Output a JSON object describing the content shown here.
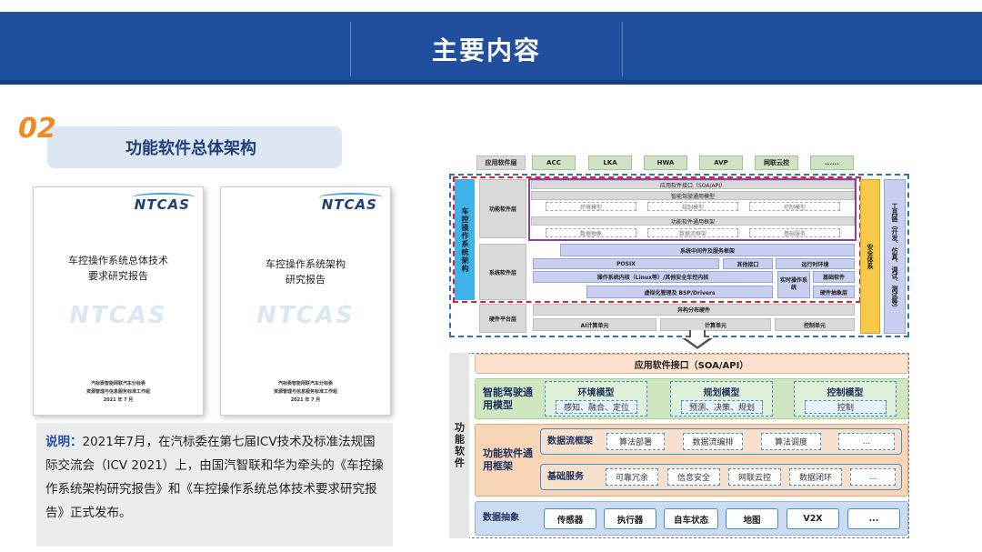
{
  "header": {
    "title": "主要内容"
  },
  "section": {
    "number": "02",
    "title": "功能软件总体架构"
  },
  "covers": [
    {
      "logo": "NTCAS",
      "title_lines": [
        "车控操作系统总体技术",
        "要求研究报告"
      ],
      "watermark": "NTCAS",
      "org_lines": [
        "汽标委智能网联汽车分标委",
        "资源管理与信息服务标准工作组",
        "2021 年 7 月"
      ]
    },
    {
      "logo": "NTCAS",
      "title_lines": [
        "车控操作系统架构",
        "研究报告"
      ],
      "watermark": "NTCAS",
      "org_lines": [
        "汽标委智能网联汽车分标委",
        "资源管理与信息服务标准工作组",
        "2021 年 7 月"
      ]
    }
  ],
  "note": {
    "label": "说明：",
    "text": "2021年7月，在汽标委在第七届ICV技术及标准法规国际交流会（ICV 2021）上，由国汽智联和华为牵头的《车控操作系统架构研究报告》和《车控操作系统总体技术要求研究报告》正式发布。"
  },
  "upper_diagram": {
    "app_layer_label": "应用软件层",
    "apps": [
      "ACC",
      "LKA",
      "HWA",
      "AVP",
      "网联云控",
      "......"
    ],
    "side_label": "车控操作系统架构",
    "func_layer_label": "功能软件层",
    "func_api": "应用软件接口（SOA/API）",
    "func_model": "智能驾驶通用模型",
    "func_model_items": [
      "环境模型",
      "规划模型",
      "控制模型"
    ],
    "func_framework": "功能软件通用框架",
    "func_framework_items": [
      "数据抽象",
      "数据流框架",
      "基础服务"
    ],
    "sys_layer_label": "系统软件层",
    "sys_items": {
      "middleware": "系统中间件及服务框架",
      "posix": "POSIX",
      "other_if": "其他接口",
      "runtime": "运行时环境",
      "kernel": "操作系统内核（Linux等）/其他安全车控内核",
      "realtime": "实时操作系统",
      "base_sw": "基础软件",
      "hal": "硬件抽象层",
      "virt": "虚拟化管理及 BSP/Drivers"
    },
    "hw_layer_label": "硬件平台层",
    "hw_items": {
      "heterogeneous": "异构分布硬件",
      "ai": "AI计算单元",
      "compute": "计算单元",
      "control": "控制单元"
    },
    "security_label": "安全体系",
    "toolchain_label": "工具链（开发、仿真、调试、测试等）"
  },
  "lower_diagram": {
    "side_label": "功能软件",
    "api": "应用软件接口（SOA/API）",
    "model_label": "智能驾驶通用模型",
    "models": [
      {
        "title": "环境模型",
        "items": "感知、融合、定位"
      },
      {
        "title": "规划模型",
        "items": "预测、决策、规划"
      },
      {
        "title": "控制模型",
        "items": "控制"
      }
    ],
    "framework_label": "功能软件通用框架",
    "dataflow": {
      "label": "数据流框架",
      "items": [
        "算法部署",
        "数据流编排",
        "算法调度",
        "..."
      ]
    },
    "services": {
      "label": "基础服务",
      "items": [
        "可靠冗余",
        "信息安全",
        "网联云控",
        "数据闭环",
        "..."
      ]
    },
    "abstraction": {
      "label": "数据抽象",
      "items": [
        "传感器",
        "执行器",
        "自车状态",
        "地图",
        "V2X",
        "..."
      ]
    }
  }
}
